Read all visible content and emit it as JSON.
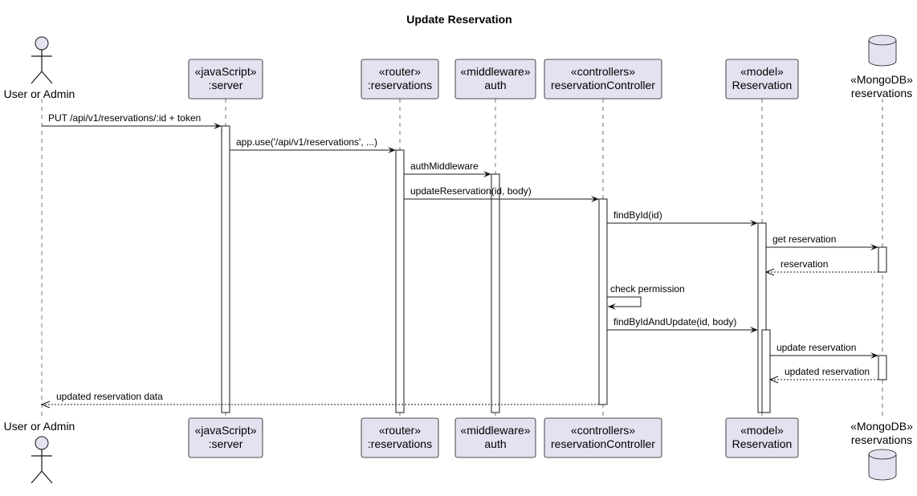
{
  "title": "Update Reservation",
  "participants": [
    {
      "key": "user",
      "kind": "actor",
      "lines": [
        "User or Admin"
      ]
    },
    {
      "key": "server",
      "kind": "box",
      "lines": [
        "«javaScript»",
        ":server"
      ]
    },
    {
      "key": "router",
      "kind": "box",
      "lines": [
        "«router»",
        ":reservations"
      ]
    },
    {
      "key": "auth",
      "kind": "box",
      "lines": [
        "«middleware»",
        "auth"
      ]
    },
    {
      "key": "ctrl",
      "kind": "box",
      "lines": [
        "«controllers»",
        "reservationController"
      ]
    },
    {
      "key": "model",
      "kind": "box",
      "lines": [
        "«model»",
        "Reservation"
      ]
    },
    {
      "key": "db",
      "kind": "database",
      "lines": [
        "«MongoDB»",
        "reservations"
      ]
    }
  ],
  "messages": [
    {
      "from": "user",
      "to": "server",
      "label": "PUT /api/v1/reservations/:id + token",
      "style": "solid"
    },
    {
      "from": "server",
      "to": "router",
      "label": "app.use('/api/v1/reservations', ...)",
      "style": "solid"
    },
    {
      "from": "router",
      "to": "auth",
      "label": "authMiddleware",
      "style": "solid"
    },
    {
      "from": "router",
      "to": "ctrl",
      "label": "updateReservation(id, body)",
      "style": "solid"
    },
    {
      "from": "ctrl",
      "to": "model",
      "label": "findById(id)",
      "style": "solid"
    },
    {
      "from": "model",
      "to": "db",
      "label": "get reservation",
      "style": "solid"
    },
    {
      "from": "db",
      "to": "model",
      "label": "reservation",
      "style": "dashed"
    },
    {
      "from": "ctrl",
      "to": "ctrl",
      "label": "check permission",
      "style": "self"
    },
    {
      "from": "ctrl",
      "to": "model",
      "label": "findByIdAndUpdate(id, body)",
      "style": "solid"
    },
    {
      "from": "model",
      "to": "db",
      "label": "update reservation",
      "style": "solid"
    },
    {
      "from": "db",
      "to": "model",
      "label": "updated reservation",
      "style": "dashed"
    },
    {
      "from": "ctrl",
      "to": "user",
      "label": "updated reservation data",
      "style": "dashed"
    }
  ]
}
